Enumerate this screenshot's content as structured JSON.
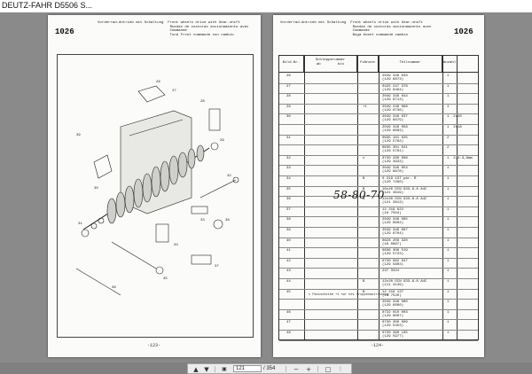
{
  "window": {
    "title": "DEUTZ-FAHR D5506 S..."
  },
  "left_page": {
    "number": "1026",
    "header": "Vorderrad-Antrieb mit Schaltung  Front wheels drive with Gear-shift\n                                  Ruedas de costoras accionamiento avec\n                                  Commande\n                                  Tond Front commande con cambio",
    "footer": "-123-"
  },
  "right_page": {
    "number": "1026",
    "header": "Vorderrad-Antrieb mit Schaltung  Front wheels drive with Gear-shift\n                                  Ruedas de costoras accionamiento avec\n                                  Commande\n                                  Boga Avant commande cambio",
    "table": {
      "headers": [
        "Bild-Nr.",
        "Schlepperummer\nab        bis",
        "Fußnote",
        "Teilnummer",
        "Anzahl"
      ],
      "rows": [
        {
          "bild": "26",
          "note": "",
          "teil": "2049 346 033\n(129 6873)",
          "anz": "1"
        },
        {
          "bild": "27",
          "note": "",
          "teil": "0425 247 378\n(129 6464)",
          "anz": "1"
        },
        {
          "bild": "28",
          "note": "",
          "teil": "2049 346 044\n(129 6713)",
          "anz": "1"
        },
        {
          "bild": "29",
          "note": "+1",
          "teil": "2049 246 098\n(129 6736)",
          "anz": "1"
        },
        {
          "bild": "30",
          "note": "",
          "teil": "2049 346 037\n(129 6679)",
          "anz": "1  2x20"
        },
        {
          "bild": "",
          "note": "",
          "teil": "2049 346 058\n(129 6683)",
          "anz": "1  2x18"
        },
        {
          "bild": "31",
          "note": "",
          "teil": "0635 101 025\n(129 5762)",
          "anz": "2"
        },
        {
          "bild": "",
          "note": "",
          "teil": "0635 301 021\n(129 5761)",
          "anz": "2"
        },
        {
          "bild": "32",
          "note": "x",
          "teil": "0730 200 006\n(129 3933)",
          "anz": "1  2,4-3,8mm"
        },
        {
          "bild": "33",
          "note": "",
          "teil": "2049 346 054\n(129 6678)",
          "anz": "1"
        },
        {
          "bild": "34",
          "note": "B",
          "teil": "0 219 137 pär. R\n(120 7290)",
          "anz": "1"
        },
        {
          "bild": "35",
          "note": "B",
          "teil": "10x20 DIN 933-8.8 A4C\n(121 3619)",
          "anz": "1"
        },
        {
          "bild": "36",
          "note": "B",
          "teil": "12x30 DIN 933-8.8 A4C\n(121 3813)",
          "anz": "1"
        },
        {
          "bild": "37",
          "note": "",
          "teil": "12 219 622\n(10 7504)",
          "anz": "1"
        },
        {
          "bild": "38",
          "note": "",
          "teil": "2049 346 095\n(129 6902)",
          "anz": "1"
        },
        {
          "bild": "39",
          "note": "",
          "teil": "2049 346 097\n(129 6704)",
          "anz": "1"
        },
        {
          "bild": "40",
          "note": "",
          "teil": "0628 209 320\n(16 0867)",
          "anz": "1"
        },
        {
          "bild": "41",
          "note": "",
          "teil": "0636 306 519\n(129 5723)",
          "anz": "1"
        },
        {
          "bild": "42",
          "note": "",
          "teil": "0730 062 047\n(129 5803)",
          "anz": "1"
        },
        {
          "bild": "43",
          "note": "",
          "teil": "237 3324",
          "anz": "1"
        },
        {
          "bild": "44",
          "note": "B",
          "teil": "12x20 DIN 933-8.8 A4C\n(111 3139)",
          "anz": "1"
        },
        {
          "bild": "45",
          "note": "B",
          "teil": "12 219 137\n(10 7520)",
          "anz": "1"
        },
        {
          "bild": "",
          "note": "",
          "teil": "2049 346 080\n(129 6660)",
          "anz": "1"
        },
        {
          "bild": "46",
          "note": "",
          "teil": "0732 010 003\n(129 6067)",
          "anz": "1"
        },
        {
          "bild": "47",
          "note": "",
          "teil": "0730 300 009\n(129 5453)",
          "anz": "1"
        },
        {
          "bild": "48",
          "note": "",
          "teil": "0730 390 135\n(129 5977)",
          "anz": "1"
        }
      ]
    },
    "handwritten": "58-80-70",
    "footnotes": "x  Passscheibe\n+1 nur bei Gruppenausrüstung",
    "footer": "-124-"
  },
  "toolbar": {
    "current_page": "121",
    "total": "/ 354",
    "icons": [
      "page-up-icon",
      "page-down-icon",
      "zoom-out-icon",
      "zoom-in-icon",
      "fit-icon"
    ]
  },
  "colors": {
    "viewer_bg": "#8a8a8a",
    "page_bg": "#fbfbf9",
    "toolbar_bg": "#ececec"
  }
}
